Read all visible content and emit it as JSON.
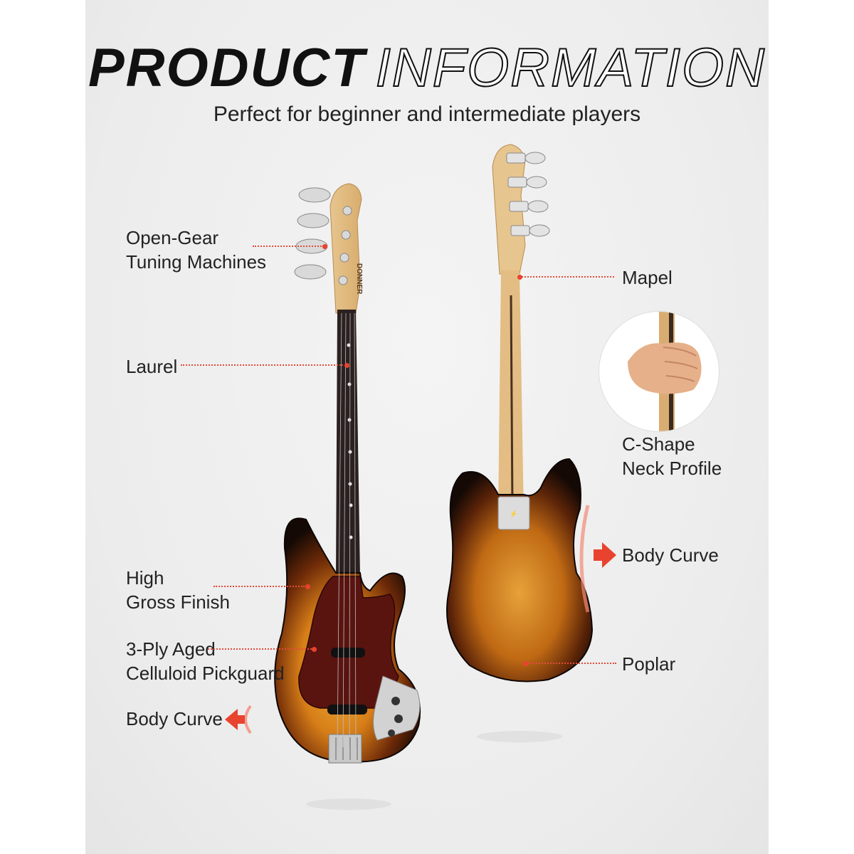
{
  "header": {
    "title_bold": "PRODUCT",
    "title_outline": "INFORMATION",
    "subtitle": "Perfect for beginner and intermediate players"
  },
  "left_labels": {
    "tuning": [
      "Open-Gear",
      "Tuning Machines"
    ],
    "fretboard": [
      "Laurel"
    ],
    "finish": [
      "High",
      "Gross Finish"
    ],
    "pickguard": [
      "3-Ply Aged",
      "Celluloid Pickguard"
    ],
    "body_curve": [
      "Body Curve"
    ]
  },
  "right_labels": {
    "neck": [
      "Mapel"
    ],
    "neck_profile": [
      "C-Shape",
      "Neck Profile"
    ],
    "body_curve": [
      "Body Curve"
    ],
    "body": [
      "Poplar"
    ]
  },
  "headstock_logo": "DONNER",
  "colors": {
    "accent": "#e8432f",
    "sunburst_dark": "#1a0d06",
    "sunburst_mid": "#8a3a0a",
    "sunburst_light": "#e9a02a",
    "pickguard": "#5a1410",
    "maple": "#e7c58f",
    "fretboard": "#2b2120"
  },
  "icons": [
    "arrow-left-icon",
    "arrow-right-icon",
    "hand-grip-icon"
  ]
}
